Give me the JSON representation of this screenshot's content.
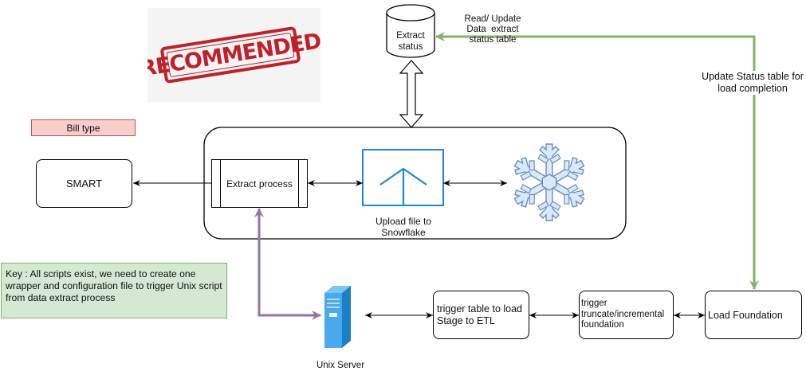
{
  "stamp": {
    "text": "RECOMMENDED"
  },
  "bill_type": {
    "label": "Bill type"
  },
  "smart": {
    "label": "SMART"
  },
  "extract_process": {
    "label": "Extract process"
  },
  "upload": {
    "label_line1": "Upload file to",
    "label_line2": "Snowflake"
  },
  "extract_status": {
    "line1": "Extract",
    "line2": "status"
  },
  "read_update": {
    "line1": "Read/ Update",
    "line2": "Data  extract",
    "line3": "status table"
  },
  "update_status": {
    "line1": "Update Status table for",
    "line2": "load completion"
  },
  "key_note": {
    "text": "Key : All scripts exist, we need to create one wrapper and configuration file to trigger Unix script from data extract process"
  },
  "unix": {
    "label": "Unix Server"
  },
  "trigger_stage": {
    "line1": "trigger table to load",
    "line2": "Stage to ETL"
  },
  "trigger_trunc": {
    "line1": "trigger",
    "line2": "truncate/incremental",
    "line3": "foundation"
  },
  "load_foundation": {
    "label": "Load Foundation"
  },
  "colors": {
    "green": "#82b366",
    "purple": "#9673a6",
    "pink_fill": "#f8cecc",
    "pink_stroke": "#b85450",
    "note_fill": "#d5e8d4",
    "upload_blue": "#1e88d6",
    "snowflake_fill": "#dae8fc",
    "snowflake_stroke": "#6c8ebf"
  },
  "icons": {
    "server": "server-icon",
    "snowflake": "snowflake-icon",
    "upload": "upload-icon",
    "database": "database-icon"
  }
}
